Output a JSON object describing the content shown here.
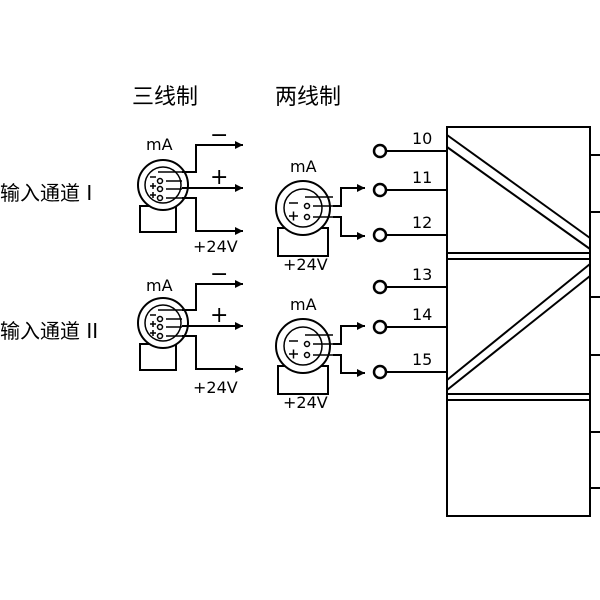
{
  "headers": {
    "three_wire": "三线制",
    "two_wire": "两线制"
  },
  "channels": [
    {
      "label": "输入通道 I",
      "three_wire": {
        "meter": "mA",
        "minus": "−",
        "plus": "+",
        "supply": "+24V"
      },
      "two_wire": {
        "meter": "mA",
        "supply": "+24V"
      },
      "terminals": [
        "10",
        "11",
        "12"
      ]
    },
    {
      "label": "输入通道 II",
      "three_wire": {
        "meter": "mA",
        "minus": "−",
        "plus": "+",
        "supply": "+24V"
      },
      "two_wire": {
        "meter": "mA",
        "supply": "+24V"
      },
      "terminals": [
        "13",
        "14",
        "15"
      ]
    }
  ],
  "colors": {
    "ink": "#000000",
    "background": "#ffffff"
  }
}
